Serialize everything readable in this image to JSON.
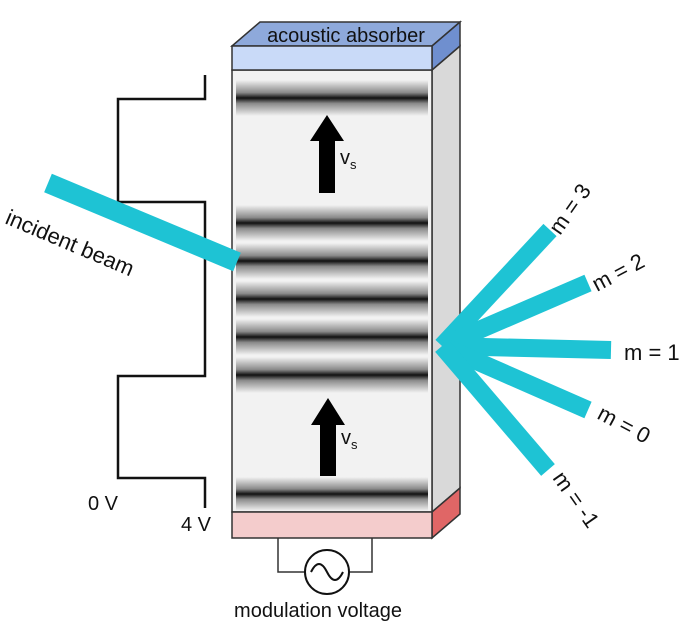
{
  "labels": {
    "absorber": "acoustic absorber",
    "incident_beam": "incident beam",
    "velocity_upper": "v",
    "velocity_upper_sub": "s",
    "velocity_lower": "v",
    "velocity_lower_sub": "s",
    "voltage_low": "0 V",
    "voltage_high": "4 V",
    "modulation": "modulation voltage"
  },
  "orders": [
    {
      "label": "m = 3"
    },
    {
      "label": "m = 2"
    },
    {
      "label": "m = 1"
    },
    {
      "label": "m = 0"
    },
    {
      "label": "m = -1"
    }
  ],
  "colors": {
    "beam": "#1ec3d4",
    "absorber": "#8ea9db",
    "transducer": "#f4cccc",
    "transducer_side": "#e06666",
    "crystal_front": "#f2f2f2",
    "crystal_side": "#d9d9d9",
    "arrow": "#000000"
  },
  "icons": {
    "source": "ac-voltage-source-icon",
    "arrow": "up-arrow-icon"
  }
}
